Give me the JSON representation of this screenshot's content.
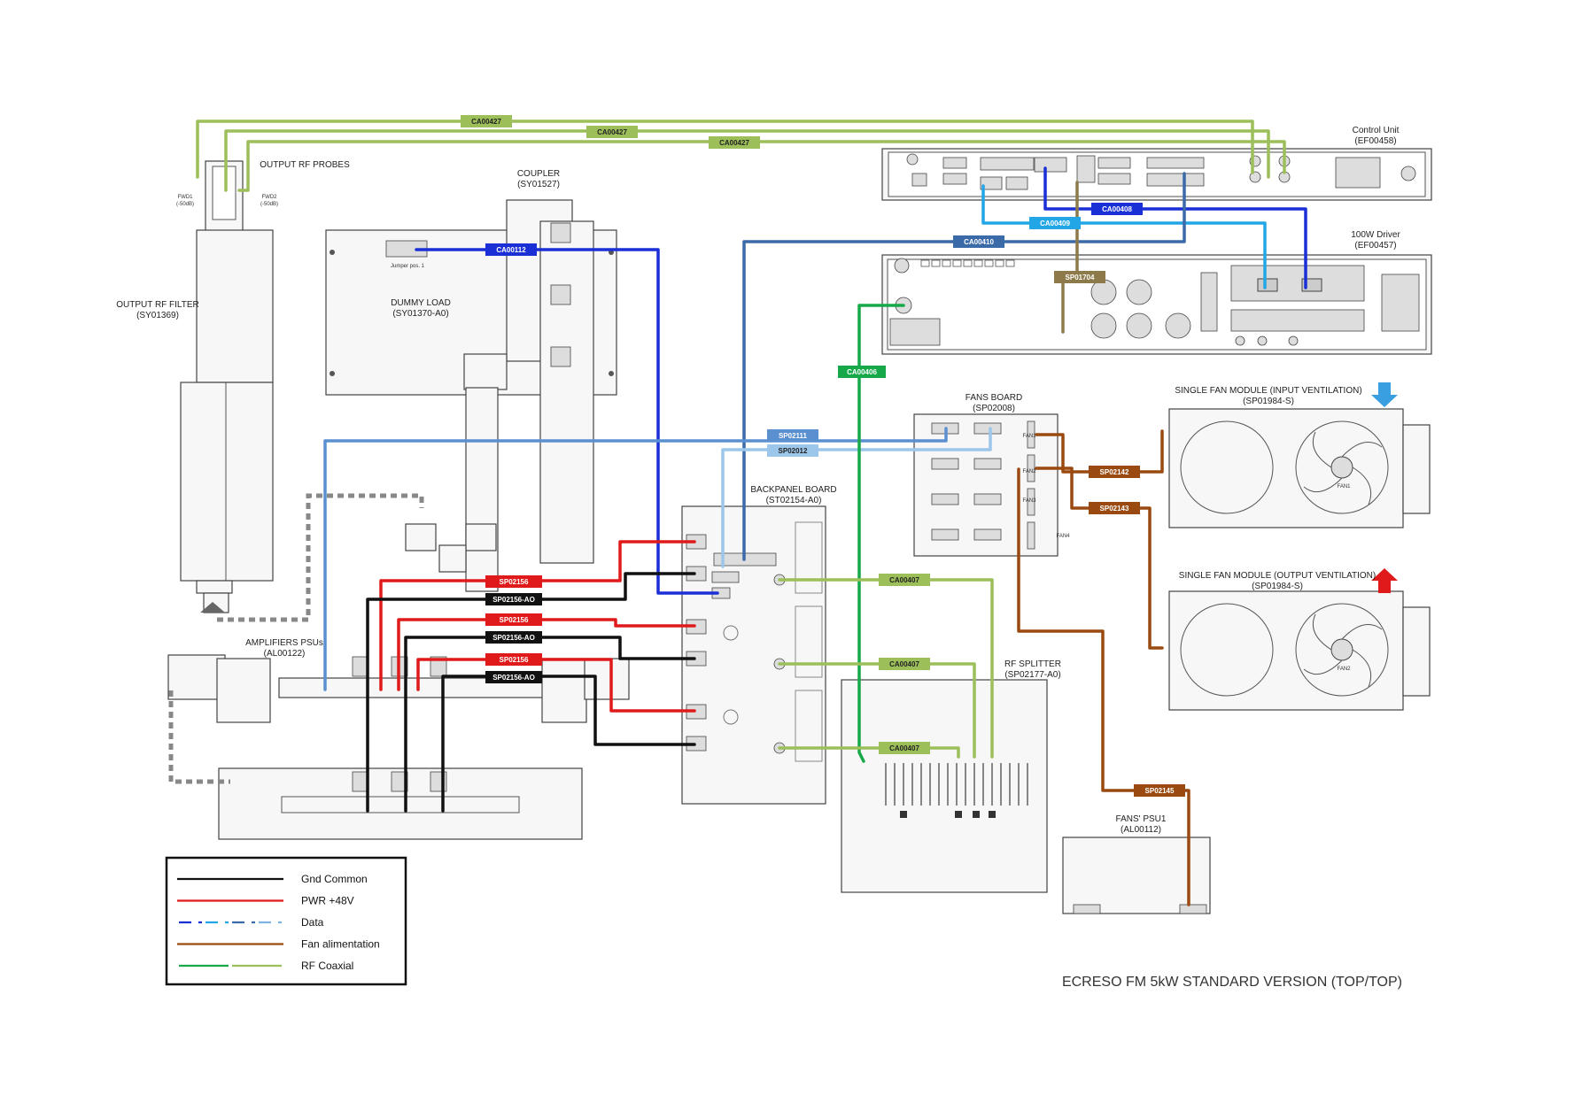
{
  "diagram_title": "ECRESO FM 5kW STANDARD VERSION (TOP/TOP)",
  "colors": {
    "gnd": "#111111",
    "pwr": "#e01a1a",
    "data_dark": "#1a2fd6",
    "data_light": "#23a6e6",
    "data_steel": "#3a6aa8",
    "data_pale": "#7fb3e0",
    "fan": "#9a4a10",
    "rf_green": "#17a84a",
    "rf_olive": "#9cbf5a",
    "probe_brown": "#8c7a4a",
    "arrow_blue": "#3a9fe0",
    "arrow_red": "#e01a1a"
  },
  "components": {
    "control_unit": {
      "name": "Control Unit",
      "ref": "(EF00458)"
    },
    "driver": {
      "name": "100W Driver",
      "ref": "(EF00457)"
    },
    "output_rf_probes": {
      "name": "OUTPUT RF PROBES"
    },
    "output_rf_filter": {
      "name": "OUTPUT RF FILTER",
      "ref": "(SY01369)"
    },
    "coupler": {
      "name": "COUPLER",
      "ref": "(SY01527)"
    },
    "dummy_load": {
      "name": "DUMMY LOAD",
      "ref": "(SY01370-A0)",
      "jumper": "Jumper pos. 1"
    },
    "backpanel": {
      "name": "BACKPANEL BOARD",
      "ref": "(ST02154-A0)"
    },
    "fans_board": {
      "name": "FANS BOARD",
      "ref": "(SP02008)"
    },
    "fan_in": {
      "name": "SINGLE FAN MODULE (INPUT VENTILATION)",
      "ref": "(SP01984-S)"
    },
    "fan_out": {
      "name": "SINGLE FAN MODULE (OUTPUT VENTILATION)",
      "ref": "(SP01984-S)"
    },
    "amp_psus": {
      "name": "AMPLIFIERS PSUs",
      "ref": "(AL00122)"
    },
    "rf_splitter": {
      "name": "RF SPLITTER",
      "ref": "(SP02177-A0)"
    },
    "fans_psu": {
      "name": "FANS' PSU1",
      "ref": "(AL00112)"
    },
    "fwd1": {
      "line1": "FWD1",
      "line2": "(-50dB)"
    },
    "fwd2": {
      "line1": "FWD2",
      "line2": "(-50dB)"
    },
    "fan1": "FAN1",
    "fan2": "FAN2",
    "fan3": "FAN3",
    "fan4": "FAN4",
    "fan_module_fan1": "FAN1",
    "fan_module_fan2": "FAN2"
  },
  "cable_tags": {
    "ca00427_a": "CA00427",
    "ca00427_b": "CA00427",
    "ca00427_c": "CA00427",
    "ca00112": "CA00112",
    "ca00410": "CA00410",
    "ca00409": "CA00409",
    "ca00408": "CA00408",
    "sp01704": "SP01704",
    "ca00406": "CA00406",
    "sp02111": "SP02111",
    "sp02012": "SP02012",
    "sp02142": "SP02142",
    "sp02143": "SP02143",
    "sp02145": "SP02145",
    "ca00407_a": "CA00407",
    "ca00407_b": "CA00407",
    "ca00407_c": "CA00407",
    "sp02156_r1": "SP02156",
    "sp02156_b1": "SP02156-AO",
    "sp02156_r2": "SP02156",
    "sp02156_b2": "SP02156-AO",
    "sp02156_r3": "SP02156",
    "sp02156_b3": "SP02156-AO"
  },
  "legend": [
    {
      "label": "Gnd Common",
      "colors": [
        "#111111"
      ],
      "dashed": false
    },
    {
      "label": "PWR +48V",
      "colors": [
        "#e01a1a"
      ],
      "dashed": false
    },
    {
      "label": "Data",
      "colors": [
        "#1a2fd6",
        "#23a6e6",
        "#3a6aa8",
        "#7fb3e0"
      ],
      "dashed": true
    },
    {
      "label": "Fan alimentation",
      "colors": [
        "#9a4a10"
      ],
      "dashed": false
    },
    {
      "label": "RF Coaxial",
      "colors": [
        "#17a84a",
        "#9cbf5a"
      ],
      "dashed": false
    }
  ]
}
